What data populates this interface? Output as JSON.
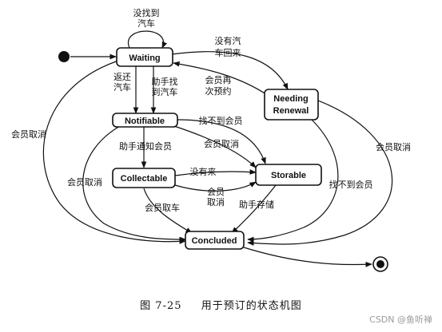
{
  "states": {
    "waiting": "Waiting",
    "needing_renewal_l1": "Needing",
    "needing_renewal_l2": "Renewal",
    "notifiable": "Notifiable",
    "collectable": "Collectable",
    "storable": "Storable",
    "concluded": "Concluded"
  },
  "labels": {
    "not_found_car": [
      "没找到",
      "汽车"
    ],
    "no_car_returned": [
      "没有汽",
      "车回来"
    ],
    "return_car": [
      "返还",
      "汽车"
    ],
    "helper_found_car": [
      "助手找",
      "到汽车"
    ],
    "member_renew": [
      "会员再",
      "次预约"
    ],
    "cannot_find_member_1": "找不到会员",
    "member_cancel_left": "会员取消",
    "member_cancel_inner": "会员取消",
    "member_cancel_mid": "会员取消",
    "helper_notify_member": "助手通知会员",
    "member_no_show": "没有来",
    "member_cancel_small": [
      "会员",
      "取消"
    ],
    "member_take_car": "会员取车",
    "helper_store": "助手存储",
    "cannot_find_member_2": "找不到会员",
    "member_cancel_right": "会员取消"
  },
  "caption": {
    "figure_no": "图 7-25",
    "title": "用于预订的状态机图"
  },
  "watermark": "CSDN @鱼听禅"
}
